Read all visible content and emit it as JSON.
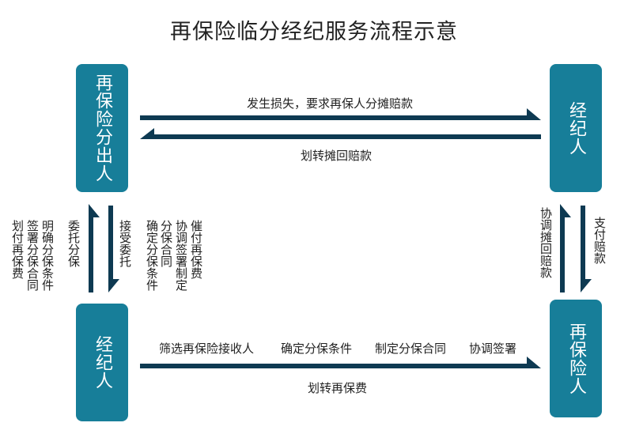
{
  "title": "再保险临分经纪服务流程示意",
  "nodes": {
    "cedent": "再保险分出人",
    "broker_top": "经纪人",
    "broker_bottom": "经纪人",
    "reinsurer": "再保险人"
  },
  "top_flow": {
    "upper": "发生损失，要求再保人分摊赔款",
    "lower": "划转摊回赔款"
  },
  "bottom_flow": {
    "upper": [
      "筛选再保险接收人",
      "确定分保条件",
      "制定分保合同",
      "协调签署"
    ],
    "lower": "划转再保费"
  },
  "left_flow": {
    "up_labels": [
      "划付再保费",
      "签署分保合同",
      "明确分保条件",
      "委托分保"
    ],
    "down_labels": [
      "接受委托",
      "确定分保条件",
      "分保合同",
      "协调签署制定",
      "催付再保费"
    ]
  },
  "right_flow": {
    "up_label": "协调摊回赔款",
    "down_label": "支付赔款"
  },
  "colors": {
    "box": "#177e99",
    "arrow": "#0e3a52"
  }
}
